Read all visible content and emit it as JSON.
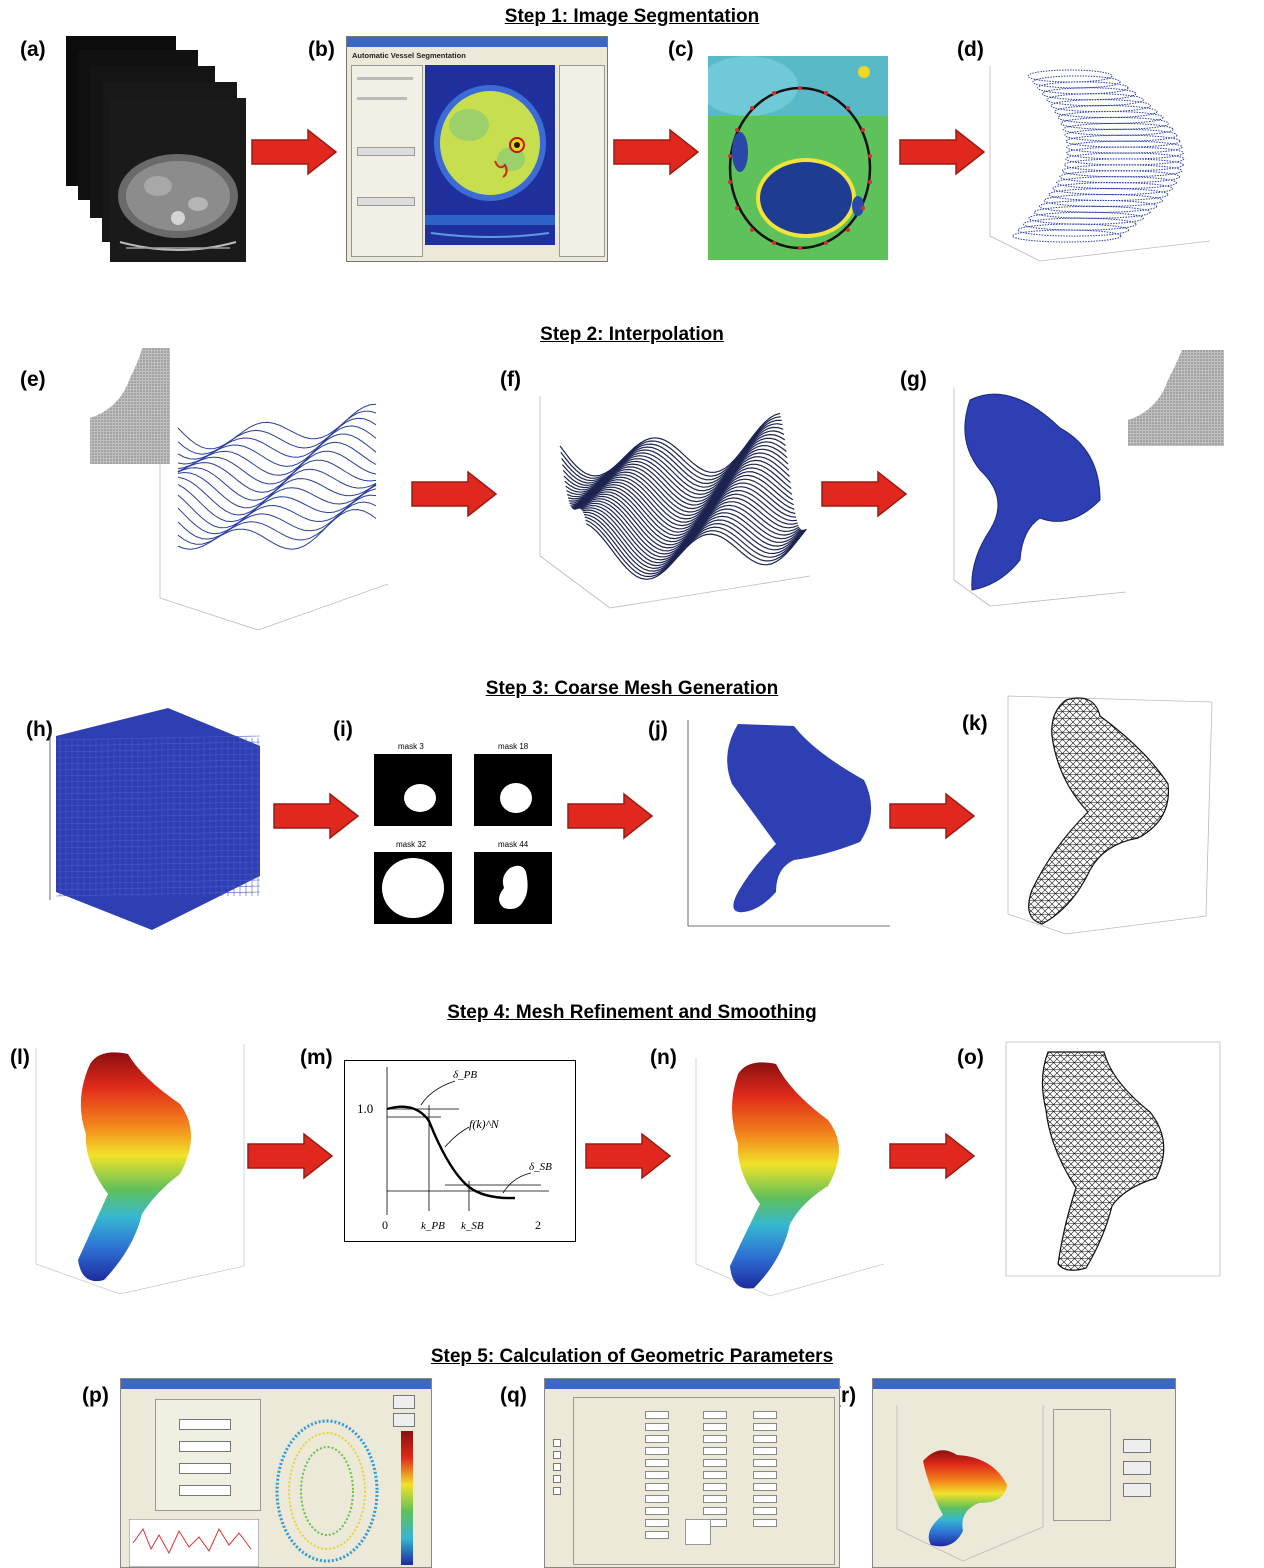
{
  "steps": [
    {
      "title": "Step 1: Image Segmentation"
    },
    {
      "title": "Step 2: Interpolation"
    },
    {
      "title": "Step 3: Coarse Mesh Generation"
    },
    {
      "title": "Step 4: Mesh Refinement and Smoothing"
    },
    {
      "title": "Step 5: Calculation of Geometric Parameters"
    }
  ],
  "panel_labels": [
    "(a)",
    "(b)",
    "(c)",
    "(d)",
    "(e)",
    "(f)",
    "(g)",
    "(h)",
    "(i)",
    "(j)",
    "(k)",
    "(l)",
    "(m)",
    "(n)",
    "(o)",
    "(p)",
    "(q)",
    "(r)"
  ],
  "panel_b": {
    "title": "Automatic Vessel Segmentation"
  },
  "panel_i": {
    "masks": [
      "mask 3",
      "mask 18",
      "mask 32",
      "mask 44"
    ]
  },
  "panel_m": {
    "y_value": "1.0",
    "x_ticks": [
      "0",
      "k_PB",
      "k_SB",
      "2"
    ],
    "curve_label": "f(k)^N",
    "delta_p": "δ_PB",
    "delta_s": "δ_SB"
  },
  "colors": {
    "arrow": "#e0281e",
    "arrow_border": "#9b1b14",
    "mesh_blue": "#2b3f9e",
    "ct_green": "#4caf3a"
  }
}
